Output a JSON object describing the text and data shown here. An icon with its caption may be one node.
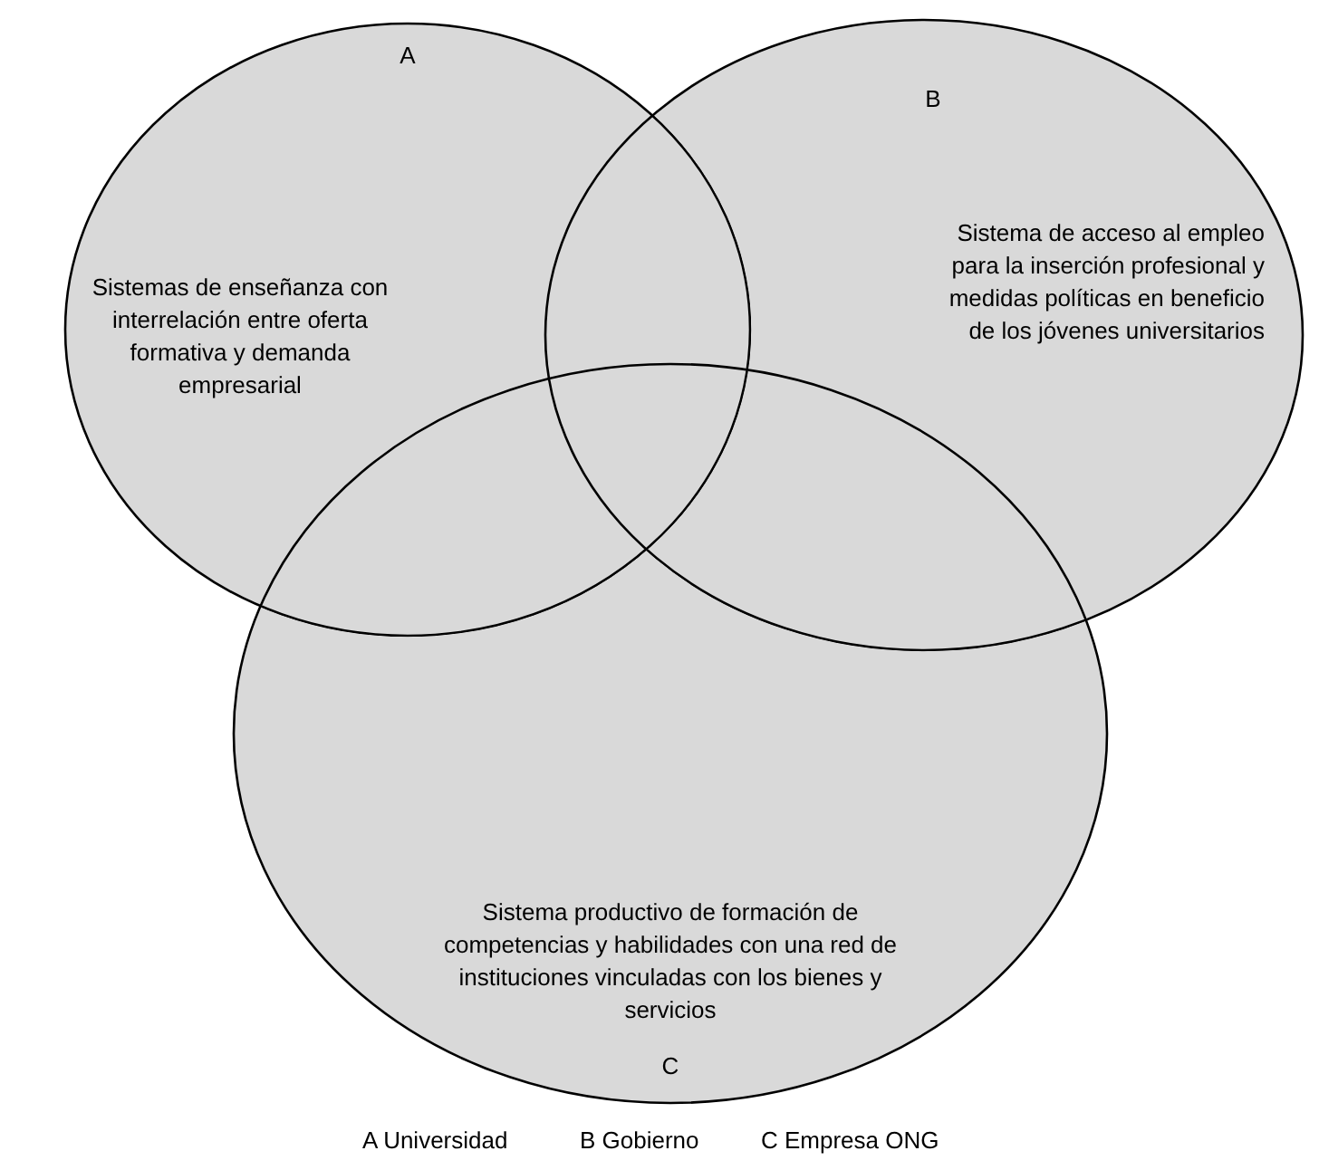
{
  "diagram": {
    "nodes": [
      {
        "text": [
          "A",
          "Sistemas de enseñanza con interrelación entre oferta formativa y demanda empresarial"
        ]
      },
      {
        "text": [
          "B",
          "Sistema de acceso al empleo para la inserción profesional y medidas políticas en beneficio de los jóvenes universitarios"
        ]
      },
      {
        "text": [
          "Sistema productivo de formación de competencias y habilidades con una red de instituciones vinculadas con los bienes y servicios",
          "C"
        ]
      }
    ],
    "edges": [],
    "labels": [
      "A Universidad",
      "B Gobierno",
      "C Empresa ONG"
    ]
  }
}
